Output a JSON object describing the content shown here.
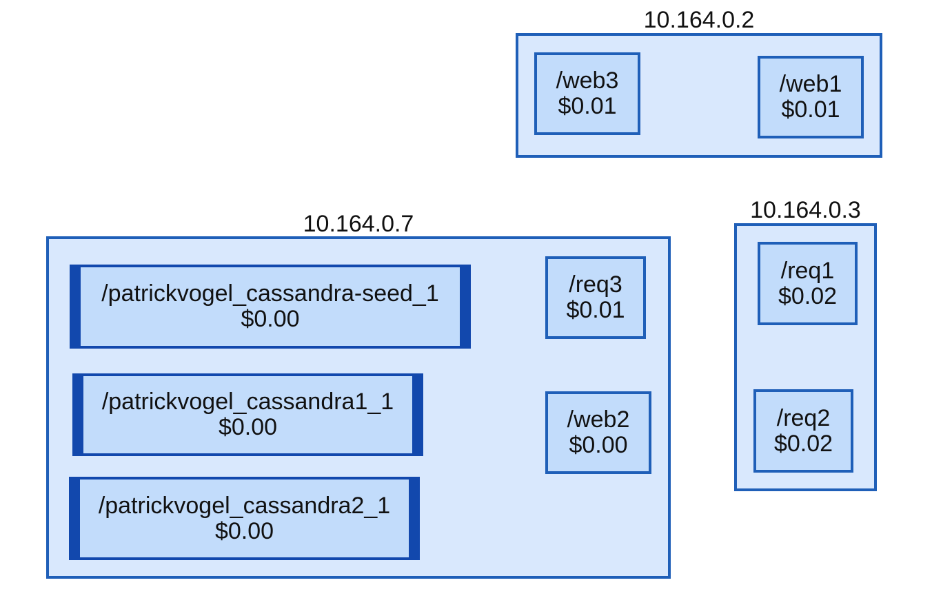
{
  "hosts": [
    {
      "label": "10.164.0.2",
      "containers": [
        {
          "name": "/web3",
          "cost": "$0.01"
        },
        {
          "name": "/web1",
          "cost": "$0.01"
        }
      ]
    },
    {
      "label": "10.164.0.7",
      "containers": [
        {
          "name": "/patrickvogel_cassandra-seed_1",
          "cost": "$0.00"
        },
        {
          "name": "/patrickvogel_cassandra1_1",
          "cost": "$0.00"
        },
        {
          "name": "/patrickvogel_cassandra2_1",
          "cost": "$0.00"
        },
        {
          "name": "/req3",
          "cost": "$0.01"
        },
        {
          "name": "/web2",
          "cost": "$0.00"
        }
      ]
    },
    {
      "label": "10.164.0.3",
      "containers": [
        {
          "name": "/req1",
          "cost": "$0.02"
        },
        {
          "name": "/req2",
          "cost": "$0.02"
        }
      ]
    }
  ],
  "colors": {
    "host_fill": "#d9e8fd",
    "container_fill": "#c2dcfb",
    "border": "#1f5fb8",
    "wide_border": "#1248ad"
  }
}
